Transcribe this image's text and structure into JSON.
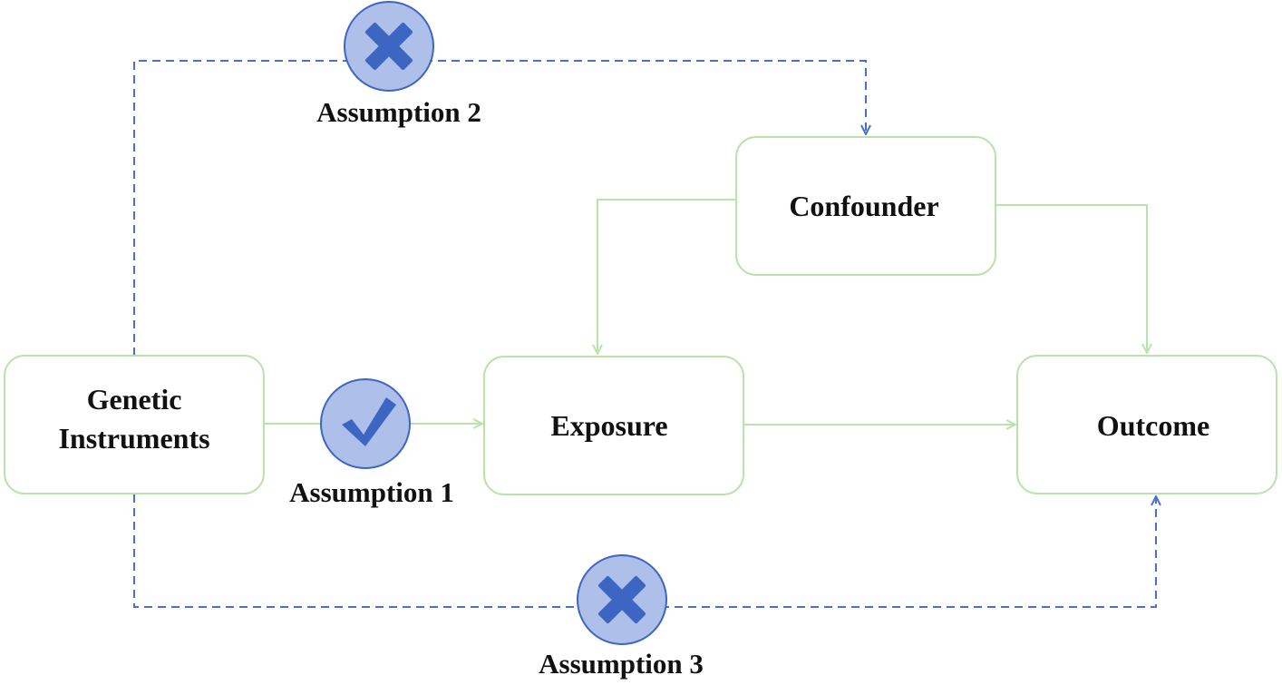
{
  "nodes": {
    "genetic_instruments": {
      "line1": "Genetic",
      "line2": "Instruments"
    },
    "exposure": "Exposure",
    "outcome": "Outcome",
    "confounder": "Confounder"
  },
  "assumptions": {
    "a1": {
      "label": "Assumption 1",
      "icon": "check-icon",
      "status": "satisfied"
    },
    "a2": {
      "label": "Assumption 2",
      "icon": "cross-icon",
      "status": "violated"
    },
    "a3": {
      "label": "Assumption 3",
      "icon": "cross-icon",
      "status": "violated"
    }
  },
  "colors": {
    "node_border": "#b9e3ab",
    "solid_edge": "#b9e3ab",
    "dashed_edge": "#4a72c4",
    "badge_fill": "#aebfe9",
    "badge_icon": "#3d66c2"
  }
}
